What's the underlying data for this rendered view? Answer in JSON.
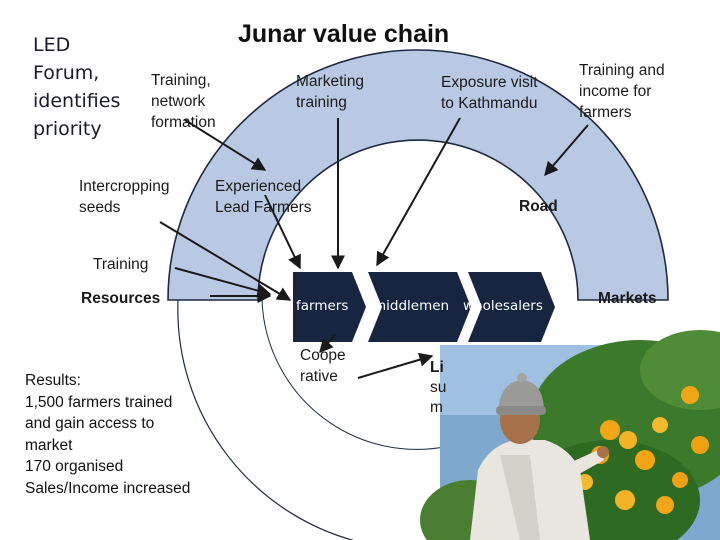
{
  "title": "Junar value chain",
  "led_forum": [
    "LED",
    "Forum,",
    "identifies",
    "priority"
  ],
  "interventions": {
    "training_network": [
      "Training,",
      "network",
      "formation"
    ],
    "marketing_training": [
      "Marketing",
      "training"
    ],
    "exposure_visit": [
      "Exposure visit",
      "to Kathmandu"
    ],
    "training_income": [
      "Training and",
      "income for",
      "farmers"
    ],
    "intercropping": [
      "Intercropping",
      "seeds"
    ],
    "lead_farmers": [
      "Experienced",
      "Lead Farmers"
    ],
    "road": "Road",
    "training": "Training",
    "resources": "Resources",
    "cooperative": [
      "Coope",
      "rative"
    ],
    "partial_text": [
      "Li",
      "su",
      "m"
    ]
  },
  "chain": {
    "farmers": "farmers",
    "middlemen": "middlemen",
    "wholesalers": "wholesalers",
    "markets": "Markets"
  },
  "results": {
    "heading": "Results:",
    "lines": [
      "1,500 farmers trained",
      "and gain access to",
      "market",
      "170 organised",
      "Sales/Income increased"
    ]
  },
  "colors": {
    "arch_fill": "#b9c9e4",
    "arch_stroke": "#1f2a40",
    "chevron_fill": "#172540",
    "photo_sky": "#5d8bb8",
    "foliage": "#3b7a2a",
    "orange": "#f2a516"
  },
  "photo": {
    "icon": "farmer-with-oranges-photo"
  }
}
